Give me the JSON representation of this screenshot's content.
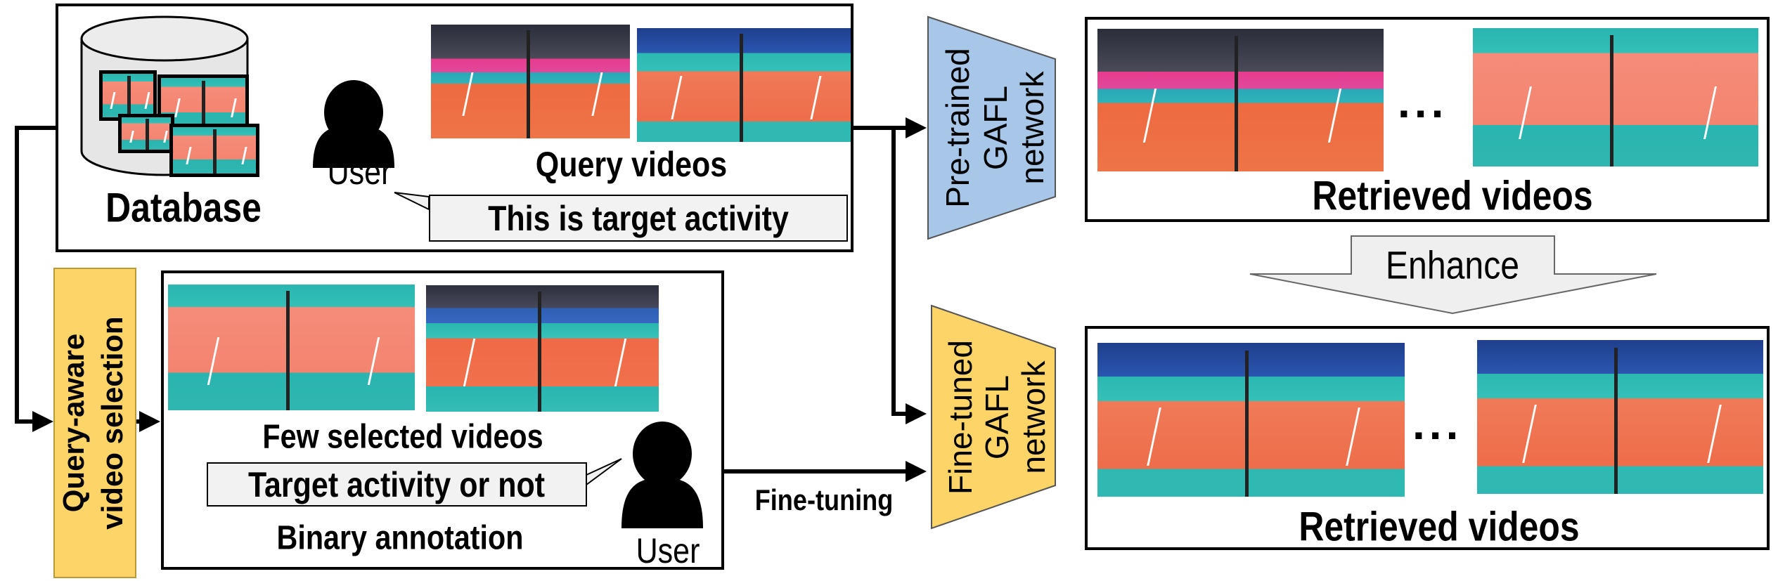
{
  "top_panel": {
    "database_label": "Database",
    "user_label": "User",
    "query_videos_label": "Query videos",
    "speech": "This is target activity"
  },
  "selection_box": {
    "line1": "Query-aware",
    "line2": "video selection",
    "color": "#fdd467"
  },
  "annotation_panel": {
    "few_videos_label": "Few selected videos",
    "speech": "Target activity or not",
    "binary_label": "Binary annotation",
    "user_label": "User"
  },
  "fine_tuning_label": "Fine-tuning",
  "pretrained_network": {
    "line1": "Pre-trained",
    "line2": "GAFL",
    "line3": "network",
    "color": "#a7c6e8"
  },
  "finetuned_network": {
    "line1": "Fine-tuned",
    "line2": "GAFL",
    "line3": "network",
    "color": "#fdd467"
  },
  "retrieved_top": {
    "label": "Retrieved videos",
    "ellipsis": "..."
  },
  "enhance_label": "Enhance",
  "retrieved_bottom": {
    "label": "Retrieved videos",
    "ellipsis": "..."
  }
}
